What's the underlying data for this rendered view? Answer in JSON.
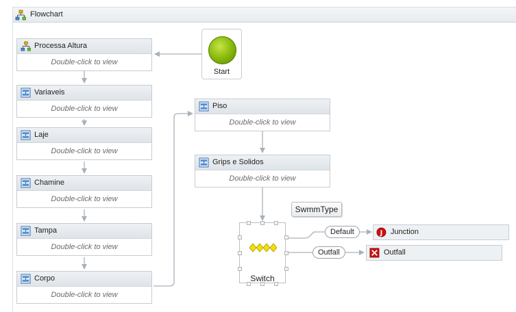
{
  "header": {
    "title": "Flowchart",
    "icon": "flowchart-icon"
  },
  "start": {
    "label": "Start"
  },
  "hint_text": "Double-click to view",
  "activities": [
    {
      "id": "processa-altura",
      "name": "Processa Altura",
      "icon": "flowchart-icon"
    },
    {
      "id": "variaveis",
      "name": "Variaveis",
      "icon": "sequence-icon"
    },
    {
      "id": "laje",
      "name": "Laje",
      "icon": "sequence-icon"
    },
    {
      "id": "chamine",
      "name": "Chamine",
      "icon": "sequence-icon"
    },
    {
      "id": "tampa",
      "name": "Tampa",
      "icon": "sequence-icon"
    },
    {
      "id": "corpo",
      "name": "Corpo",
      "icon": "sequence-icon"
    },
    {
      "id": "piso",
      "name": "Piso",
      "icon": "sequence-icon"
    },
    {
      "id": "grips",
      "name": "Grips e Solidos",
      "icon": "sequence-icon"
    }
  ],
  "switch": {
    "label": "Switch",
    "expression": "SwmmType",
    "cases": [
      {
        "label": "Default",
        "target": "Junction",
        "target_icon": "junction-icon",
        "target_color": "#cc1111"
      },
      {
        "label": "Outfall",
        "target": "Outfall",
        "target_icon": "outfall-icon",
        "target_color": "#cc1111"
      }
    ]
  },
  "colors": {
    "start_green": "#8fbf10",
    "diamond_yellow": "#f3e000",
    "wire": "#a9b0b8"
  }
}
